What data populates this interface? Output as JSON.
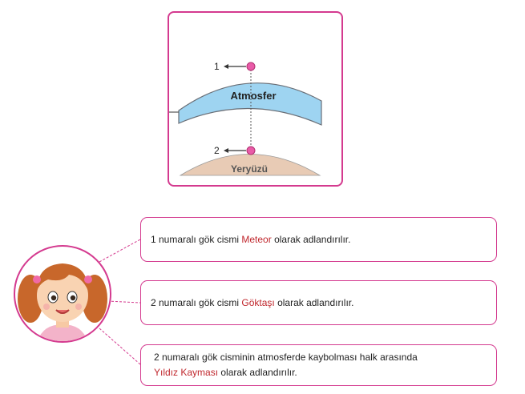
{
  "diagram": {
    "layer_label": "Atmosfer",
    "ground_label": "Yeryüzü",
    "marker_1": "1",
    "marker_2": "2"
  },
  "statements": [
    {
      "before": "1 numaralı gök cismi ",
      "term": "Meteor",
      "after": " olarak adlandırılır."
    },
    {
      "before": "2 numaralı gök cismi ",
      "term": "Göktaşı",
      "after": " olarak adlandırılır."
    },
    {
      "line1": "2 numaralı gök cisminin atmosferde kaybolması halk arasında",
      "term": "Yıldız Kayması",
      "after": " olarak adlandırılır."
    }
  ],
  "colors": {
    "frame": "#d43a8f",
    "atmosphere": "#9ed4f1",
    "ground": "#e8cbb5",
    "highlight": "#c0272d"
  }
}
